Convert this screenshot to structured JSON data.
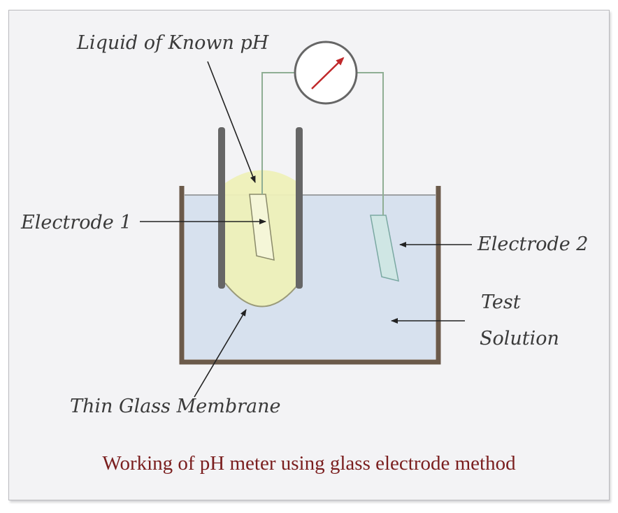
{
  "labels": {
    "liquid_known_ph": "Liquid of Known pH",
    "electrode_1": "Electrode 1",
    "electrode_2": "Electrode 2",
    "test_solution_line1": "Test",
    "test_solution_line2": "Solution",
    "thin_glass_membrane": "Thin Glass Membrane"
  },
  "caption": "Working of pH meter using glass electrode method",
  "colors": {
    "beaker": "#6b5a4a",
    "solution": "#d7e1ee",
    "known_liquid": "#eef0b8",
    "electrode_2": "#cfe6e4",
    "wire": "#8fae94",
    "tube": "#666666",
    "meter_needle": "#c0282a",
    "caption": "#7a1e1e"
  }
}
